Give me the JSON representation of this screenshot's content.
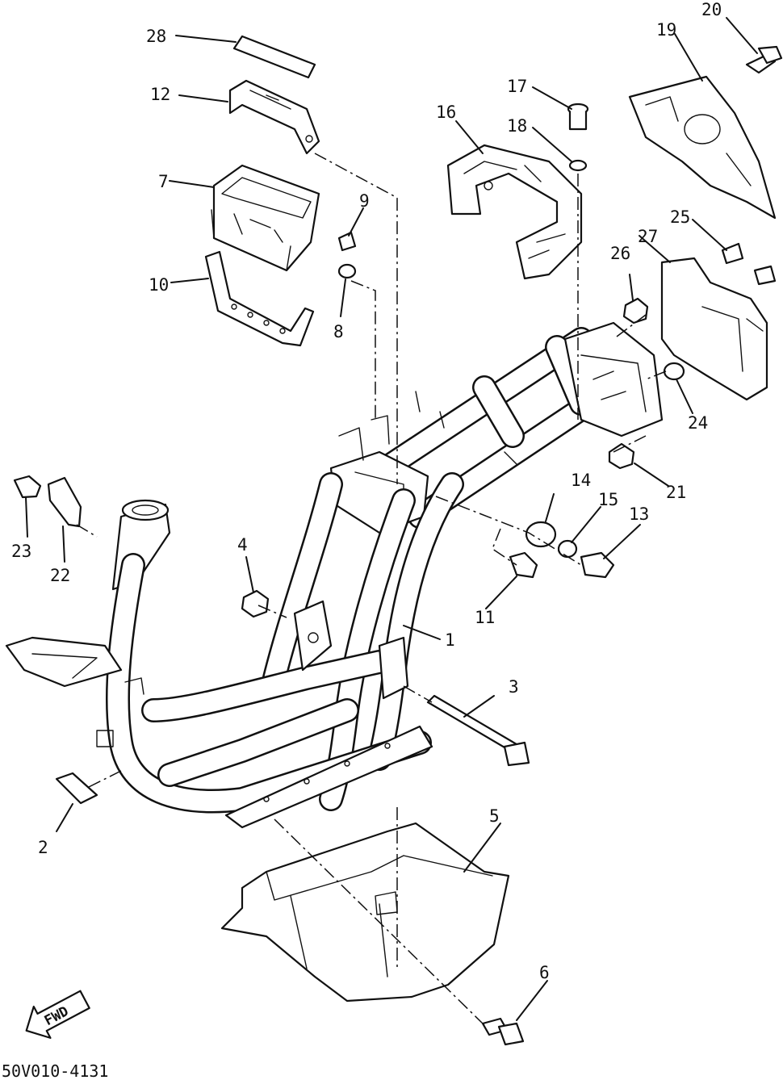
{
  "callouts": [
    {
      "id": "1",
      "text": "1"
    },
    {
      "id": "2",
      "text": "2"
    },
    {
      "id": "3",
      "text": "3"
    },
    {
      "id": "4",
      "text": "4"
    },
    {
      "id": "5",
      "text": "5"
    },
    {
      "id": "6",
      "text": "6"
    },
    {
      "id": "7",
      "text": "7"
    },
    {
      "id": "8",
      "text": "8"
    },
    {
      "id": "9",
      "text": "9"
    },
    {
      "id": "10",
      "text": "10"
    },
    {
      "id": "11",
      "text": "11"
    },
    {
      "id": "12",
      "text": "12"
    },
    {
      "id": "13",
      "text": "13"
    },
    {
      "id": "14",
      "text": "14"
    },
    {
      "id": "15",
      "text": "15"
    },
    {
      "id": "16",
      "text": "16"
    },
    {
      "id": "17",
      "text": "17"
    },
    {
      "id": "18",
      "text": "18"
    },
    {
      "id": "19",
      "text": "19"
    },
    {
      "id": "20",
      "text": "20"
    },
    {
      "id": "21",
      "text": "21"
    },
    {
      "id": "22",
      "text": "22"
    },
    {
      "id": "23",
      "text": "23"
    },
    {
      "id": "24",
      "text": "24"
    },
    {
      "id": "25",
      "text": "25"
    },
    {
      "id": "26",
      "text": "26"
    },
    {
      "id": "27",
      "text": "27"
    },
    {
      "id": "28",
      "text": "28"
    }
  ],
  "fwd_label": "FWD",
  "drawing_code": "50V010-4131"
}
